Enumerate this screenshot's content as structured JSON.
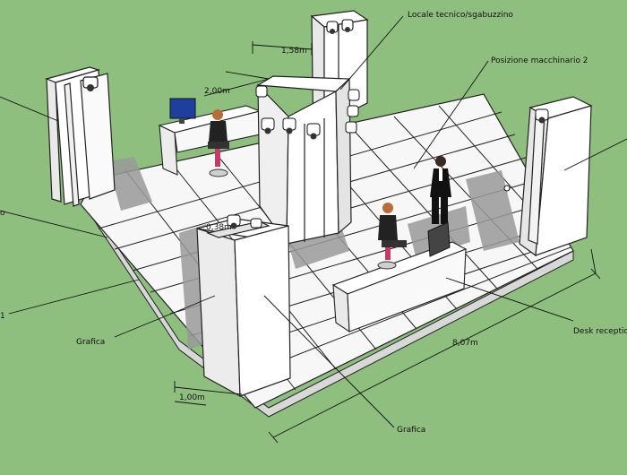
{
  "scene": {
    "background": "#8fbf7f",
    "floor_color": "#f7f7f7",
    "grid_color": "#222222",
    "panel_color": "#ffffff",
    "shadow_color": "#9a9a9a"
  },
  "labels": {
    "locale_tecnico": "Locale tecnico/sgabuzzino",
    "posizione_macchinario": "Posizione macchinario 2",
    "desk_reception": "Desk reception",
    "grafica_left": "Grafica",
    "grafica_bottom": "Grafica",
    "partial_left_mid": "o",
    "partial_left_low": "1"
  },
  "dimensions": {
    "width_158": "1,58m",
    "width_200": "2,00m",
    "width_038": "0,38m",
    "width_100": "1,00m",
    "length_807": "8,07m"
  },
  "icons": [
    "spotlight-icon",
    "monitor-icon",
    "person-icon"
  ]
}
